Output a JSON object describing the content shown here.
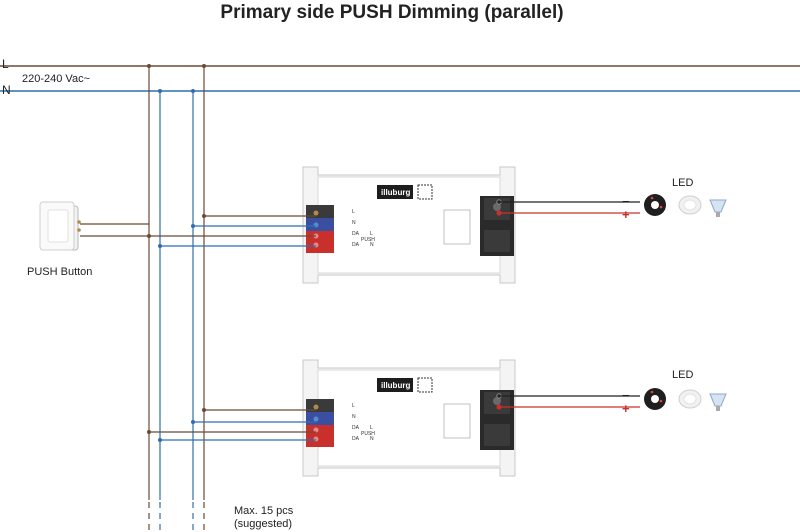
{
  "title": "Primary side PUSH Dimming (parallel)",
  "mains": {
    "line_label": "L",
    "neutral_label": "N",
    "voltage": "220-240 Vac~"
  },
  "push_button": {
    "label": "PUSH Button"
  },
  "driver": {
    "brand": "illuburg",
    "input_terminals": [
      "L",
      "N",
      "DA",
      "DA"
    ],
    "push_labels": [
      "L",
      "N"
    ],
    "push_text": "PUSH",
    "output_minus": "−",
    "output_plus": "+"
  },
  "led_label": "LED",
  "note": {
    "line1": "Max. 15 pcs",
    "line2": "(suggested)"
  },
  "colors": {
    "line": "#6b4a36",
    "neutral": "#2f6db0",
    "red": "#c9302c",
    "black": "#222222"
  }
}
